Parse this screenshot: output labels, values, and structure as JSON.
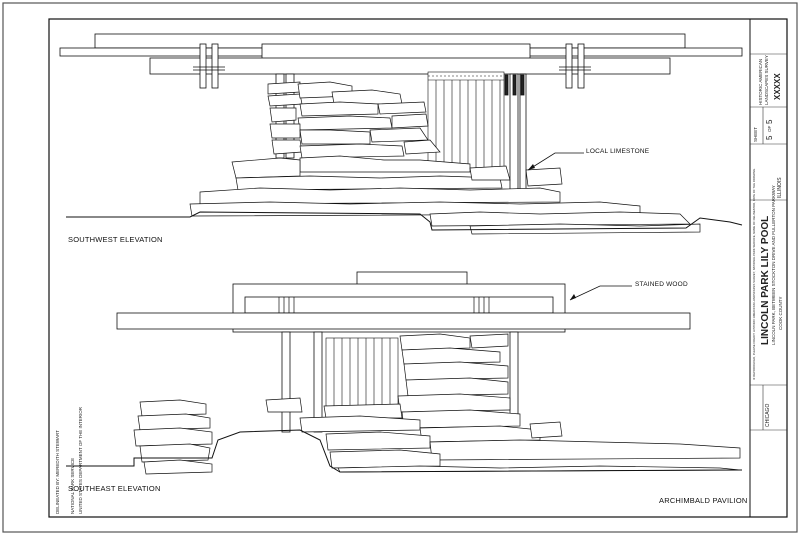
{
  "drawing": {
    "upper_view_title": "SOUTHWEST ELEVATION",
    "lower_view_title": "SOUTHEAST ELEVATION",
    "upper_callout": "LOCAL LIMESTONE",
    "lower_callout": "STAINED WOOD",
    "structure_name": "ARCHIMBALD PAVILION"
  },
  "title_block": {
    "project_title": "LINCOLN PARK LILY POOL",
    "subtitle": "LINCOLN PARK, BETWEEN STOCKTON DRIVE AND FULLERTON PARKWAY",
    "county": "COOK COUNTY",
    "city": "CHICAGO",
    "state": "ILLINOIS",
    "sheet_label": "SHEET",
    "sheet_number": "5",
    "sheet_of": "OF",
    "sheet_total": "5",
    "survey_number": "XXXXX",
    "agency_lines": [
      "HISTORIC AMERICAN",
      "LANDSCAPES SURVEY"
    ],
    "delineated_by": "DELINEATED BY: MEREDITH STEWART",
    "office_lines": [
      "NATIONAL PARK SERVICE",
      "UNITED STATES DEPARTMENT OF THE INTERIOR"
    ],
    "fine_print": "IF REPRODUCED, PLEASE CREDIT: HISTORIC AMERICAN LANDSCAPES SURVEY, NATIONAL PARK SERVICE, NAME OF DELINEATOR, DATE OF THE DRAWING"
  }
}
